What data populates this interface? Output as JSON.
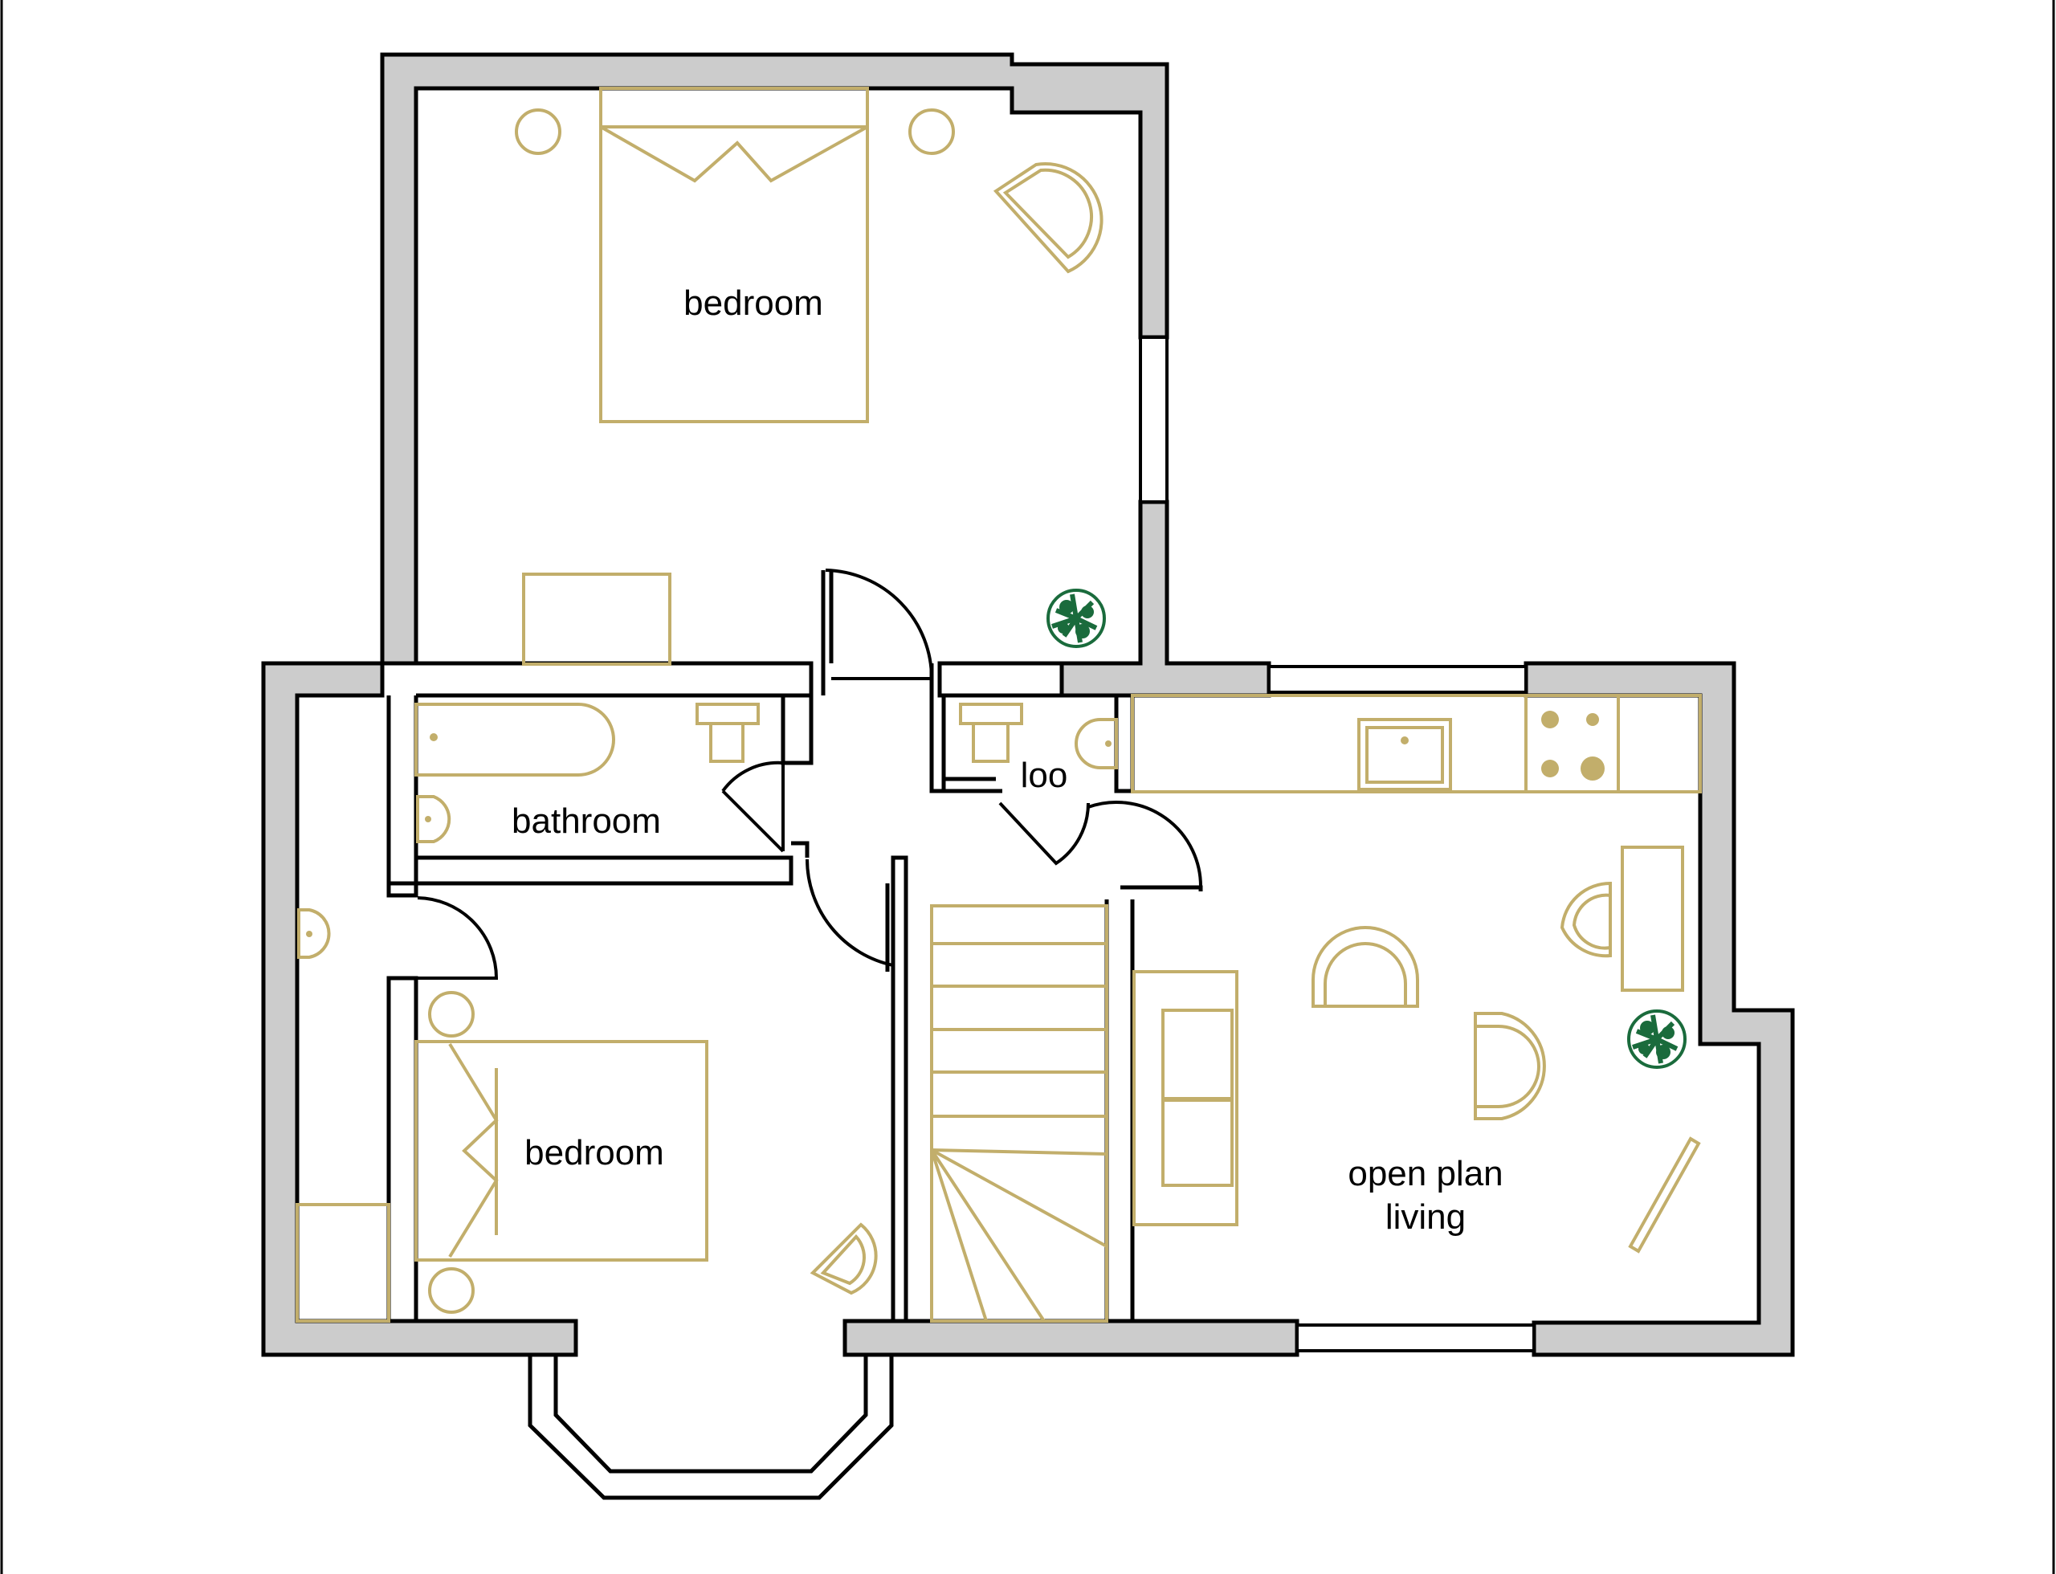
{
  "colors": {
    "wall_fill": "#cccccc",
    "wall_outline": "#000000",
    "furniture": "#c2ae6b",
    "plant": "#1a6b3c",
    "background": "#ffffff"
  },
  "rooms": {
    "bedroom_top": {
      "label": "bedroom"
    },
    "bathroom": {
      "label": "bathroom"
    },
    "loo": {
      "label": "loo"
    },
    "bedroom_bottom": {
      "label": "bedroom"
    },
    "open_plan": {
      "label_line1": "open plan",
      "label_line2": "living"
    }
  },
  "icons": {
    "plant": "plant-icon",
    "double_bed": "double-bed-icon",
    "toilet": "toilet-icon",
    "sink": "sink-icon",
    "hob": "hob-icon",
    "armchair": "armchair-icon",
    "sofa": "sofa-icon",
    "stairs": "stairs-icon"
  }
}
